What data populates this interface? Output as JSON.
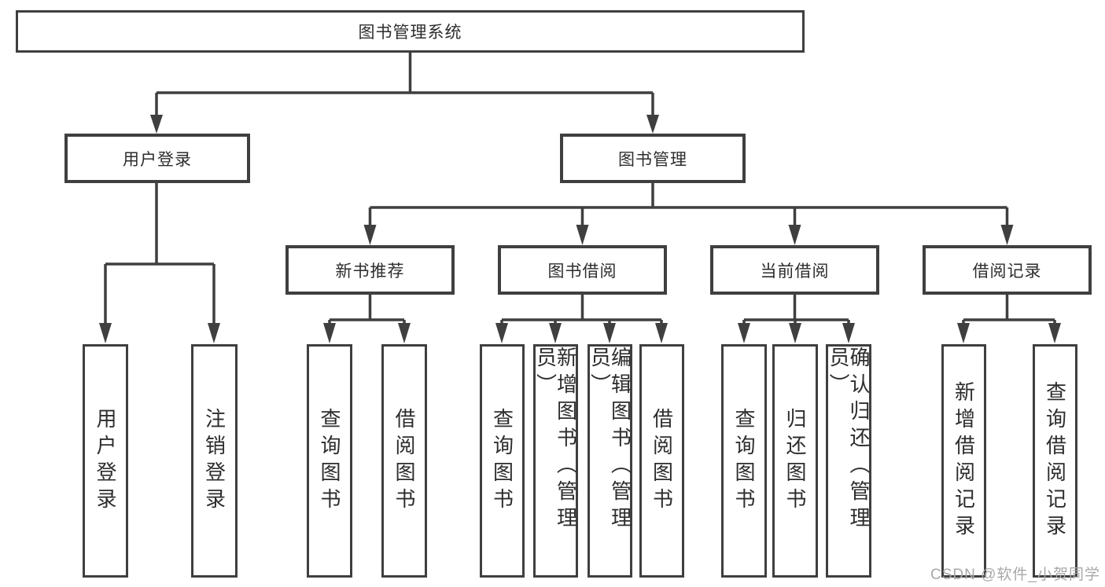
{
  "diagram": {
    "root": {
      "label": "图书管理系统"
    },
    "branches": [
      {
        "label": "用户登录",
        "leaves": [
          "用户登录",
          "注销登录"
        ]
      },
      {
        "label": "图书管理",
        "children": [
          {
            "label": "新书推荐",
            "leaves": [
              "查询图书",
              "借阅图书"
            ]
          },
          {
            "label": "图书借阅",
            "leaves": [
              "查询图书",
              "新增图书（管理员）",
              "编辑图书（管理员）",
              "借阅图书"
            ]
          },
          {
            "label": "当前借阅",
            "leaves": [
              "查询图书",
              "归还图书",
              "确认归还（管理员）"
            ]
          },
          {
            "label": "借阅记录",
            "leaves": [
              "新增借阅记录",
              "查询借阅记录"
            ]
          }
        ]
      }
    ]
  },
  "watermark": {
    "text": "CSDN @软件_小贺同学"
  },
  "colors": {
    "line": "#3f3f3f",
    "text": "#2d2d2d",
    "background": "#ffffff",
    "watermark": "#a8a8a8"
  }
}
